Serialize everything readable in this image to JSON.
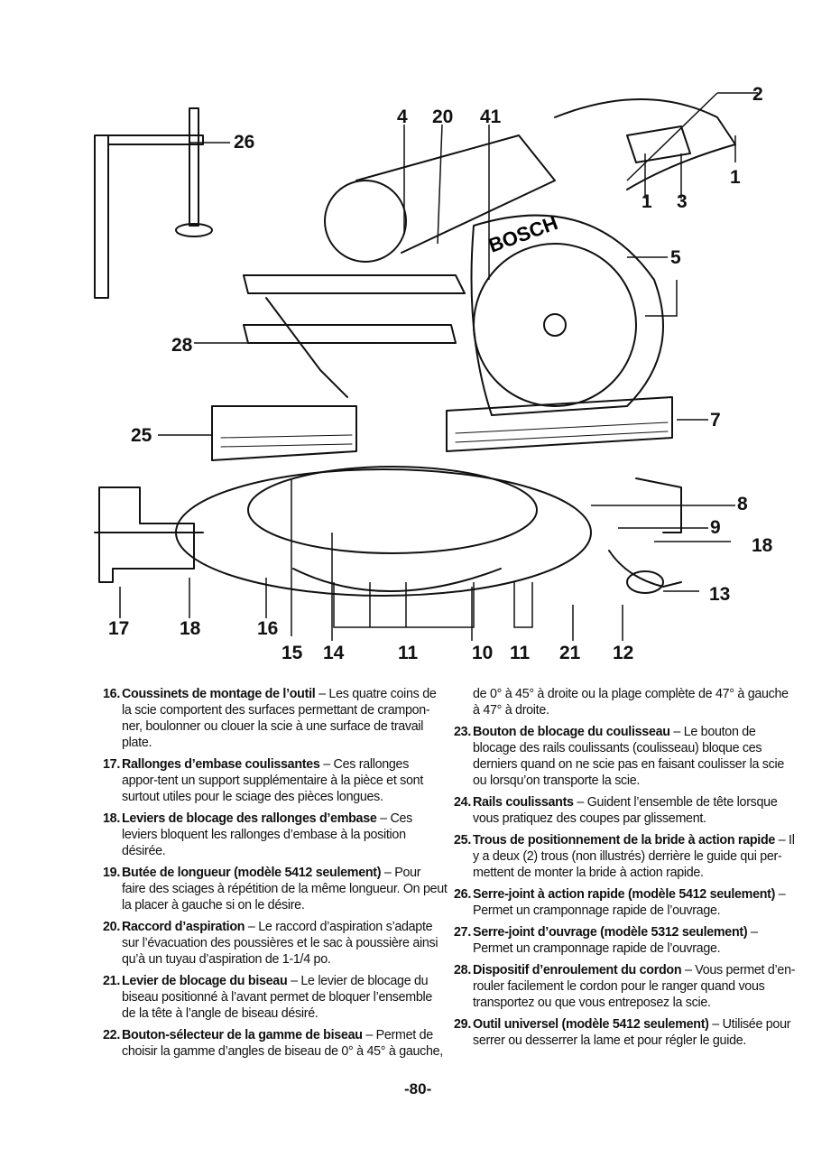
{
  "figure": {
    "brand": "BOSCH",
    "callouts": [
      {
        "label": "2"
      },
      {
        "label": "26"
      },
      {
        "label": "4"
      },
      {
        "label": "20"
      },
      {
        "label": "41"
      },
      {
        "label": "1"
      },
      {
        "label": "1"
      },
      {
        "label": "3"
      },
      {
        "label": "5"
      },
      {
        "label": "28"
      },
      {
        "label": "25"
      },
      {
        "label": "7"
      },
      {
        "label": "8"
      },
      {
        "label": "9"
      },
      {
        "label": "18"
      },
      {
        "label": "13"
      },
      {
        "label": "17"
      },
      {
        "label": "18"
      },
      {
        "label": "16"
      },
      {
        "label": "15"
      },
      {
        "label": "14"
      },
      {
        "label": "11"
      },
      {
        "label": "10"
      },
      {
        "label": "11"
      },
      {
        "label": "21"
      },
      {
        "label": "12"
      }
    ]
  },
  "items": [
    {
      "num": "16.",
      "term": "Coussinets de montage de l’outil",
      "sep": " – ",
      "text": "Les quatre coins de la scie comportent des surfaces permettant de crampon-ner, boulonner ou clouer la scie à une surface de travail plate."
    },
    {
      "num": "17.",
      "term": "Rallonges d’embase coulissantes",
      "sep": " – ",
      "text": "Ces rallonges appor-tent un support supplémentaire à la pièce et sont surtout utiles pour le sciage des pièces longues."
    },
    {
      "num": "18.",
      "term": "Leviers de blocage des rallonges d’embase",
      "sep": " – ",
      "text": "Ces leviers bloquent les rallonges d’embase à la position désirée."
    },
    {
      "num": "19.",
      "term": "Butée de longueur (modèle 5412 seulement)",
      "sep": " – ",
      "text": "Pour faire des sciages à répétition de la même longueur. On peut la placer à gauche si on le désire."
    },
    {
      "num": "20.",
      "term": "Raccord d’aspiration",
      "sep": " – ",
      "text": "Le raccord d’aspiration s’adapte sur l’évacuation des poussières et le sac à poussière ainsi qu’à un tuyau d’aspiration de 1-1/4 po."
    },
    {
      "num": "21.",
      "term": "Levier de blocage du biseau",
      "sep": " – ",
      "text": "Le levier de blocage du biseau positionné à l’avant permet de bloquer l’ensemble de la tête à l’angle de biseau désiré."
    },
    {
      "num": "22.",
      "term": "Bouton-sélecteur de la gamme de biseau",
      "sep": " – ",
      "text": "Permet de choisir la gamme d’angles de biseau de 0° à 45° à gauche,"
    }
  ],
  "continuation": "de 0° à 45° à droite ou la plage complète de 47° à gauche à 47° à droite.",
  "items_right": [
    {
      "num": "23.",
      "term": "Bouton de blocage du coulisseau",
      "sep": " – ",
      "text": "Le bouton de blocage des rails coulissants (coulisseau) bloque ces derniers quand on ne scie pas en faisant coulisser la scie ou lorsqu’on transporte la scie."
    },
    {
      "num": "24.",
      "term": "Rails coulissants",
      "sep": " – ",
      "text": "Guident l’ensemble de tête lorsque vous pratiquez des coupes par glissement."
    },
    {
      "num": "25.",
      "term": "Trous de positionnement de la bride à action rapide",
      "sep": " – ",
      "text": "Il y a deux (2) trous (non illustrés) derrière le guide qui per-mettent de monter la bride à action rapide."
    },
    {
      "num": "26.",
      "term": "Serre-joint à action rapide (modèle 5412 seulement)",
      "sep": " – ",
      "text": "Permet un cramponnage rapide de l’ouvrage."
    },
    {
      "num": "27.",
      "term": "Serre-joint d’ouvrage (modèle 5312 seulement)",
      "sep": " – ",
      "text": "Permet un cramponnage rapide de l’ouvrage."
    },
    {
      "num": "28.",
      "term": "Dispositif d’enroulement du cordon",
      "sep": " – ",
      "text": "Vous permet d’en-rouler facilement le cordon pour le ranger quand vous transportez ou que vous entreposez la scie."
    },
    {
      "num": "29.",
      "term": "Outil universel (modèle 5412 seulement)",
      "sep": " – ",
      "text": "Utilisée pour serrer ou desserrer la lame et pour régler le guide."
    }
  ],
  "page_number": "-80-"
}
